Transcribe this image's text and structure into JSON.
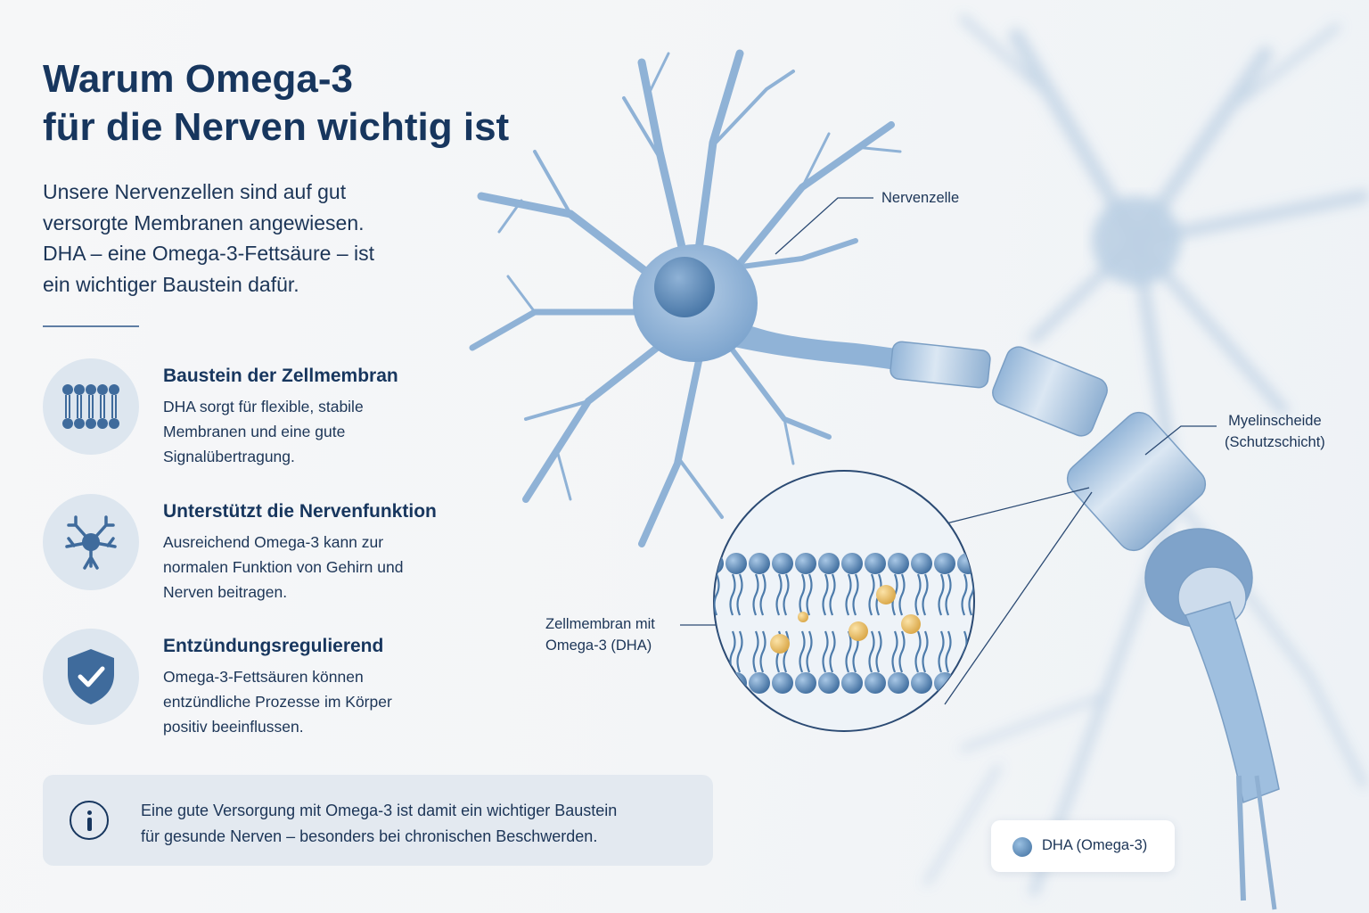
{
  "header": {
    "title_line1": "Warum Omega-3",
    "title_line2": "für die Nerven wichtig ist"
  },
  "intro": {
    "line1": "Unsere Nervenzellen sind auf gut",
    "line2": "versorgte Membranen angewiesen.",
    "line3": "DHA – eine Omega-3-Fettsäure – ist",
    "line4": "ein wichtiger Baustein dafür."
  },
  "features": [
    {
      "title": "Baustein der Zellmembran",
      "line1": "DHA sorgt für flexible, stabile",
      "line2": "Membranen und eine gute",
      "line3": "Signalübertragung.",
      "icon": "membrane-icon"
    },
    {
      "title": "Unterstützt die Nervenfunktion",
      "line1": "Ausreichend Omega-3 kann zur",
      "line2": "normalen Funktion von Gehirn und",
      "line3": "Nerven beitragen.",
      "icon": "neuron-icon"
    },
    {
      "title": "Entzündungsregulierend",
      "line1": "Omega-3-Fettsäuren können",
      "line2": "entzündliche Prozesse im Körper",
      "line3": "positiv beeinflussen.",
      "icon": "shield-check-icon"
    }
  ],
  "info": {
    "line1": "Eine gute Versorgung mit Omega-3 ist damit ein wichtiger Baustein",
    "line2": "für gesunde Nerven – besonders bei chronischen Beschwerden.",
    "icon": "info-icon"
  },
  "diagram": {
    "label_neuron": "Nervenzelle",
    "label_myelin_line1": "Myelinscheide",
    "label_myelin_line2": "(Schutzschicht)",
    "label_membrane_line1": "Zellmembran mit",
    "label_membrane_line2": "Omega-3 (DHA)"
  },
  "legend": {
    "label": "DHA (Omega-3)"
  },
  "colors": {
    "title": "#17365e",
    "text": "#1c3557",
    "neuron": "#7fa6cf",
    "icon": "#3f6b9c",
    "dha": "#e3b65c",
    "info_bg": "#e3e9f0"
  }
}
